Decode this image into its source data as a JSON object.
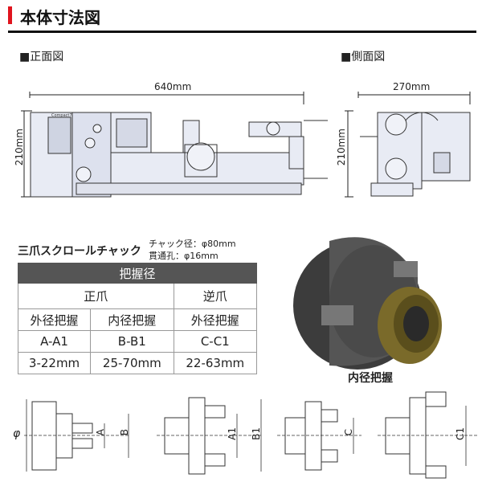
{
  "header": {
    "title": "本体寸法図",
    "accent": "#e0141e"
  },
  "front_view": {
    "label": "■正面図",
    "width": "640mm",
    "height": "210mm",
    "brand": "Compact7"
  },
  "side_view": {
    "label": "■側面図",
    "width": "270mm",
    "height": "210mm"
  },
  "chuck": {
    "title": "三爪スクロールチャック",
    "spec1": "チャック径：φ80mm",
    "spec2": "貫通孔：φ16mm",
    "table": {
      "header": "把握径",
      "groups": [
        "正爪",
        "逆爪"
      ],
      "columns": [
        "外径把握",
        "内径把握",
        "外径把握"
      ],
      "codes": [
        "A-A1",
        "B-B1",
        "C-C1"
      ],
      "ranges": [
        "3-22mm",
        "25-70mm",
        "22-63mm"
      ]
    },
    "photo_caption": "内径把握"
  },
  "diagrams": {
    "phi": "φ",
    "a": "A",
    "b": "B",
    "a1": "A1",
    "b1": "B1",
    "c": "C",
    "c1": "C1"
  }
}
